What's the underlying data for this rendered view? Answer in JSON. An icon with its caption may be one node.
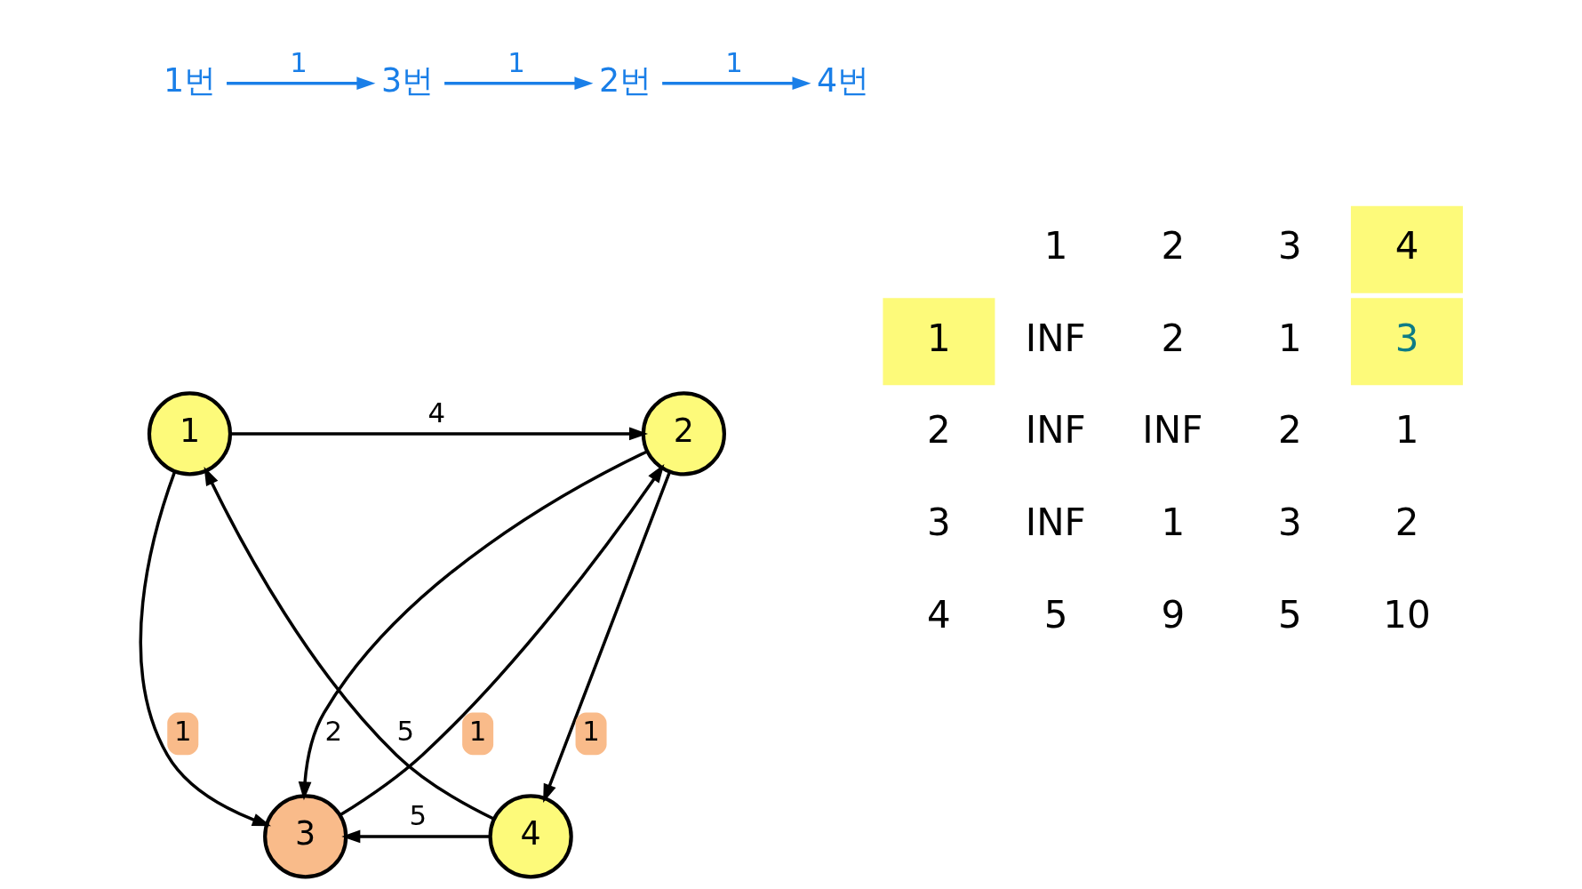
{
  "diagram": {
    "nodes": [
      {
        "text": [
          "1번"
        ]
      },
      {
        "text": [
          "3번"
        ]
      },
      {
        "text": [
          "2번"
        ]
      },
      {
        "text": [
          "4번"
        ]
      },
      {
        "text": [
          "1"
        ]
      },
      {
        "text": [
          "2"
        ]
      },
      {
        "text": [
          "3"
        ]
      },
      {
        "text": [
          "4"
        ]
      }
    ],
    "edges": [
      {
        "from": 0,
        "to": 1,
        "arrow": "to",
        "label": "1",
        "color": "#1a7fe8"
      },
      {
        "from": 1,
        "to": 2,
        "arrow": "to",
        "label": "1",
        "color": "#1a7fe8"
      },
      {
        "from": 2,
        "to": 3,
        "arrow": "to",
        "label": "1",
        "color": "#1a7fe8"
      },
      {
        "from": 4,
        "to": 5,
        "arrow": "to",
        "label": "4"
      },
      {
        "from": 4,
        "to": 6,
        "arrow": "to",
        "label": "1"
      },
      {
        "from": 5,
        "to": 6,
        "arrow": "to",
        "label": "2"
      },
      {
        "from": 5,
        "to": 7,
        "arrow": "to",
        "label": "1"
      },
      {
        "from": 7,
        "to": 4,
        "arrow": "to",
        "label": "5"
      },
      {
        "from": 6,
        "to": 5,
        "arrow": "to",
        "label": "1"
      },
      {
        "from": 7,
        "to": 6,
        "arrow": "to",
        "label": "5"
      }
    ],
    "labels": [
      "1",
      "2",
      "3",
      "4",
      "1",
      "INF",
      "2",
      "1",
      "3",
      "2",
      "INF",
      "INF",
      "2",
      "1",
      "3",
      "INF",
      "1",
      "3",
      "2",
      "4",
      "5",
      "9",
      "5",
      "10"
    ]
  }
}
